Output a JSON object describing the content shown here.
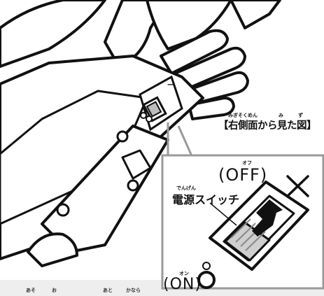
{
  "caption": {
    "text": "【右側面から見た図】",
    "ruby": {
      "migi_sokumen": "みぎそくめん",
      "mi": "み",
      "zu": "ず"
    }
  },
  "switch": {
    "label": "電源スイッチ",
    "label_ruby": "でんげん",
    "off_label": "(OFF)",
    "off_ruby": "オフ",
    "on_label": "(ON)",
    "on_ruby": "オン",
    "off_mark": "✕",
    "on_mark": "◯"
  },
  "device": {
    "minus_mark": "−"
  },
  "bottom_ruby": {
    "asobi": "あそ",
    "o": "お",
    "ato": "あと",
    "kanara": "かなら"
  },
  "colors": {
    "line": "#111111",
    "switch_body": "#cccccc",
    "bottom_band": "#eeeeee",
    "frame_border": "#9a9a9a"
  }
}
